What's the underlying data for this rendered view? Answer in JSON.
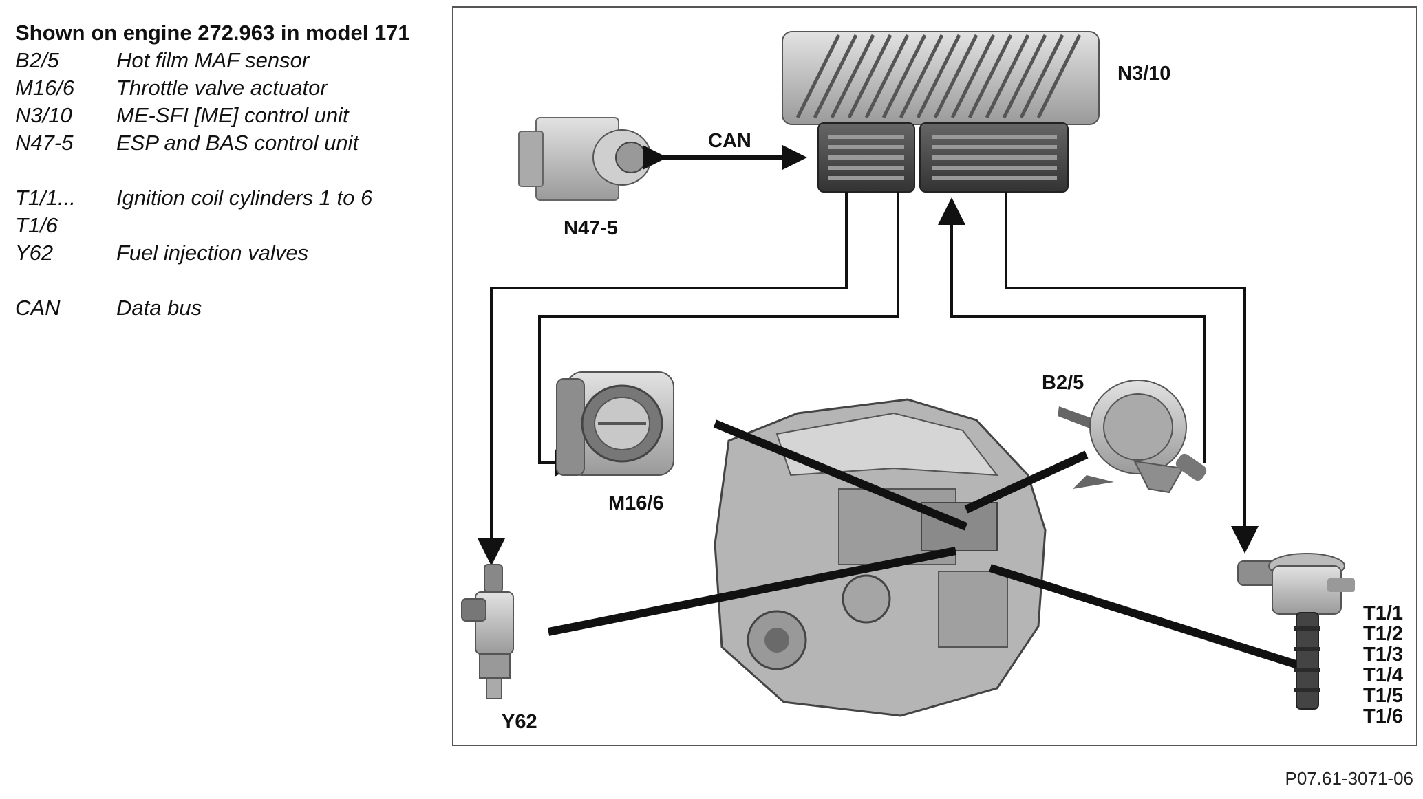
{
  "legend": {
    "title": "Shown on engine 272.963 in model 171",
    "items": [
      {
        "code": "B2/5",
        "desc": "Hot film MAF sensor"
      },
      {
        "code": "M16/6",
        "desc": "Throttle valve actuator"
      },
      {
        "code": "N3/10",
        "desc": "ME-SFI [ME] control unit"
      },
      {
        "code": "N47-5",
        "desc": "ESP and BAS control unit"
      },
      {
        "code": "T1/1...",
        "desc": "Ignition coil cylinders 1 to 6"
      },
      {
        "code": "T1/6",
        "desc": ""
      },
      {
        "code": "Y62",
        "desc": "Fuel injection valves"
      },
      {
        "code": "CAN",
        "desc": "Data bus"
      }
    ]
  },
  "diagram": {
    "labels": {
      "ecu": "N3/10",
      "esp": "N47-5",
      "can": "CAN",
      "throttle": "M16/6",
      "maf": "B2/5",
      "injector": "Y62",
      "coils": [
        "T1/1",
        "T1/2",
        "T1/3",
        "T1/4",
        "T1/5",
        "T1/6"
      ]
    }
  },
  "reference_code": "P07.61-3071-06",
  "colors": {
    "line": "#111111",
    "frame": "#555555",
    "component": "#b9b9b9"
  }
}
